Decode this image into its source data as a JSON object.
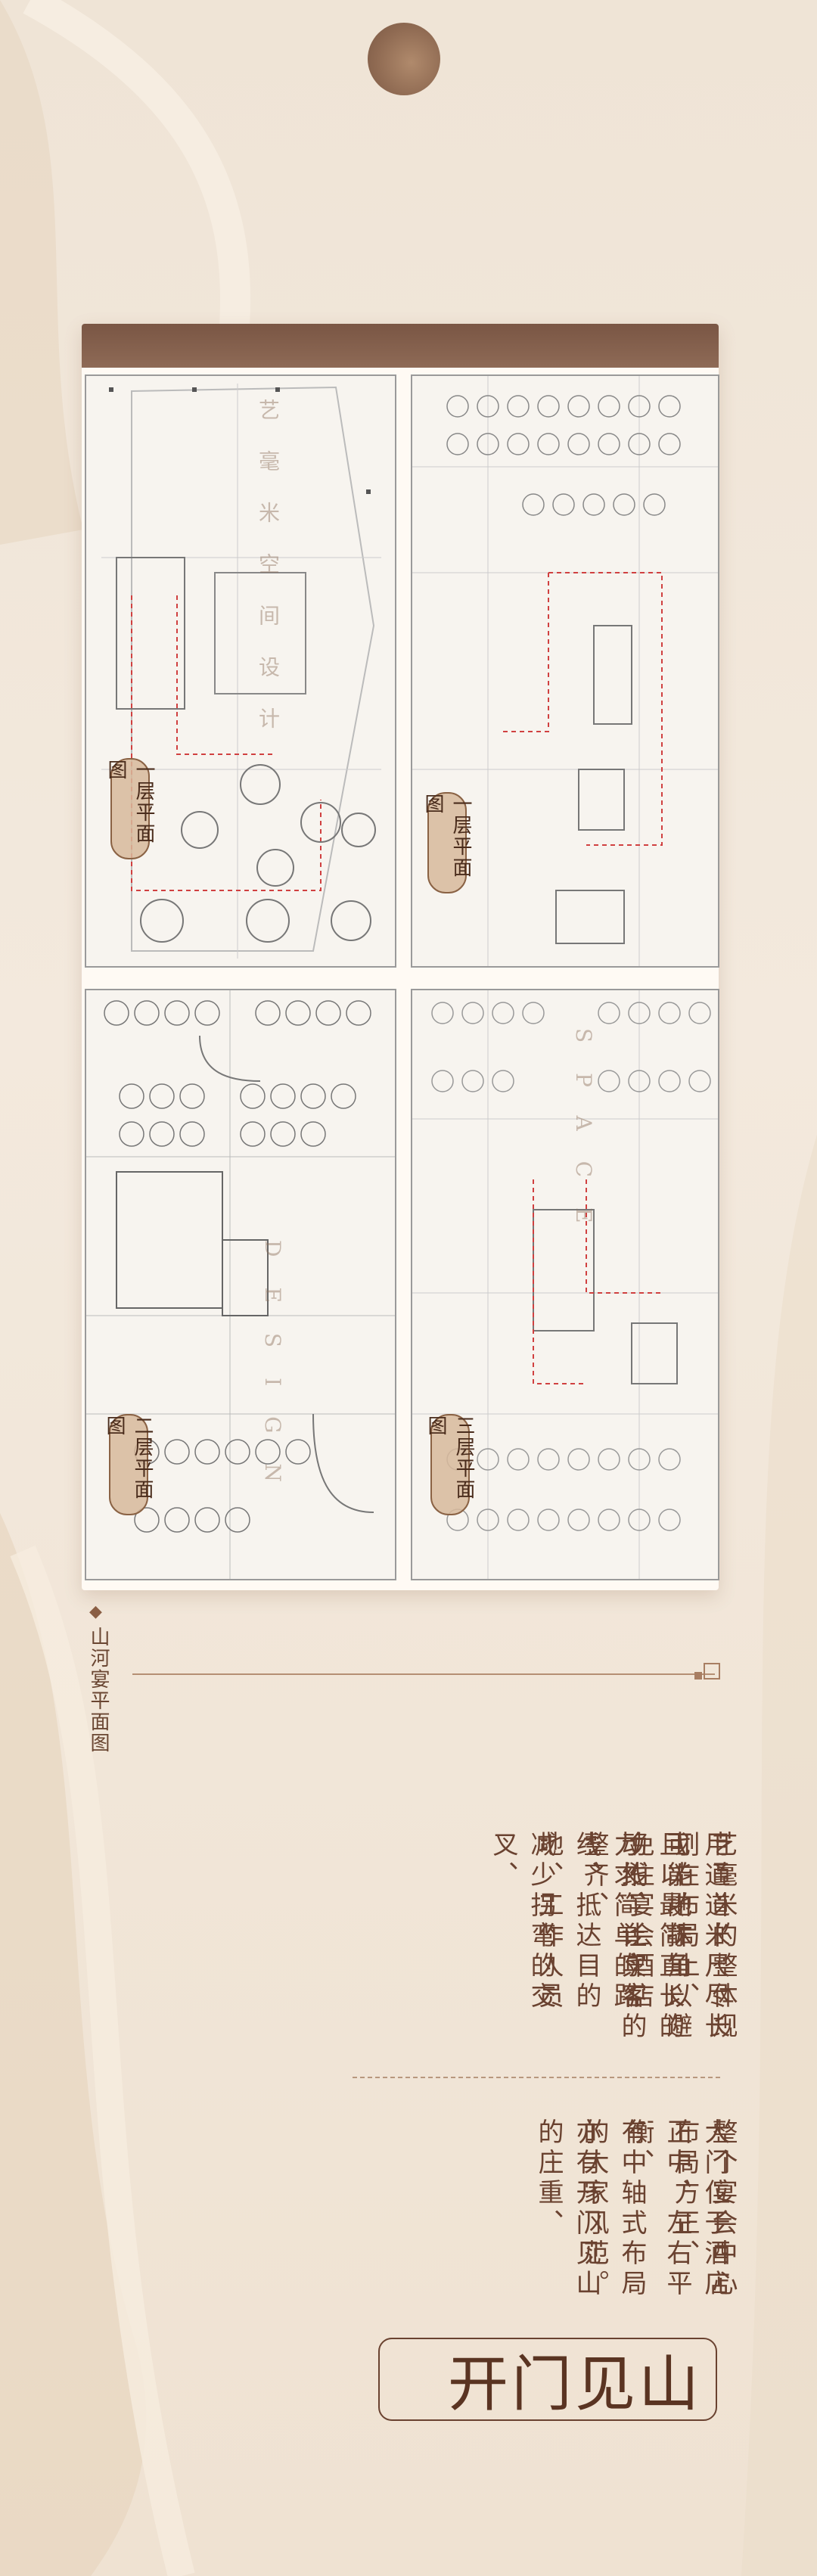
{
  "plans": [
    {
      "label": "一层平面图",
      "watermark": "艺毫米空间设计"
    },
    {
      "label": "一层平面图",
      "watermark": ""
    },
    {
      "label": "二层平面图",
      "watermark": "DESIGN"
    },
    {
      "label": "三层平面图",
      "watermark": "SPACE"
    }
  ],
  "caption": "山河宴平面图",
  "paragraph_1": [
    "艺毫米的整体规划在",
    "用通道米尺布局上、",
    "尽长可能地抹角以",
    "且以直线路让宾客",
    "力简的动线、宴会",
    "减少拐弯、避免住",
    "的线路抵达目的地、",
    "的交叉、工作人员"
  ],
  "paragraph_1_lines": [
    "艺毫米的整体规划在布局上、",
    "用通道米尺尽长可能地抹角以避免住宴会酒店",
    "且以最简直长的动线、让宾客的整齐、",
    "力求简单的路线、抵达目的地、工作人员",
    "减少拐弯的交叉、"
  ],
  "paragraph_2_lines": [
    "整个宴会中心布局方正、",
    "大门位于酒店正中、左右平衡、",
    "有中轴式布局的大家风范。",
    "亦有开门见山的庄重、"
  ],
  "title": "开门见山"
}
